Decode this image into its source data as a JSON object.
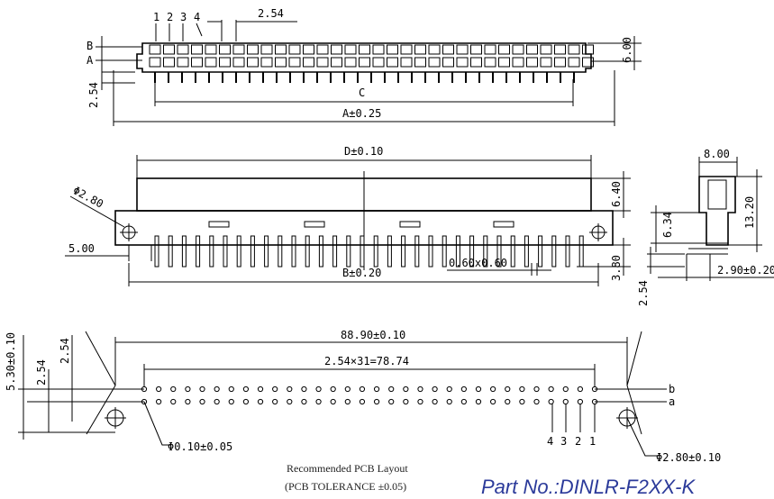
{
  "top_view": {
    "pin_numbers": [
      "1",
      "2",
      "3",
      "4"
    ],
    "row_b": "B",
    "row_a": "A",
    "pitch": "2.54",
    "height": "6.00",
    "pin_length": "2.54",
    "dim_c": "C",
    "dim_a": "A±0.25"
  },
  "front_view": {
    "dim_d": "D±0.10",
    "hole": "Φ2.80",
    "offset": "5.00",
    "dim_b": "B±0.20",
    "pin_size": "0.60x0.60",
    "body_height": "6.40",
    "pin_height": "3.80"
  },
  "side_view": {
    "width": "8.00",
    "height": "13.20",
    "offset": "6.34",
    "pin_offset": "2.90±0.20",
    "pin_length": "2.54"
  },
  "pcb_view": {
    "overall": "88.90±0.10",
    "pitch_total": "2.54×31=78.74",
    "row_offset": "5.30±0.10",
    "pitch_v1": "2.54",
    "pitch_v2": "2.54",
    "row_b": "b",
    "row_a": "a",
    "pin_numbers": [
      "4",
      "3",
      "2",
      "1"
    ],
    "hole_small": "Φ0.10±0.05",
    "hole_large": "Φ2.80±0.10"
  },
  "notes": {
    "line1": "Recommended PCB Layout",
    "line2": "(PCB TOLERANCE ±0.05)",
    "part_no": "Part No.:DINLR-F2XX-K"
  }
}
